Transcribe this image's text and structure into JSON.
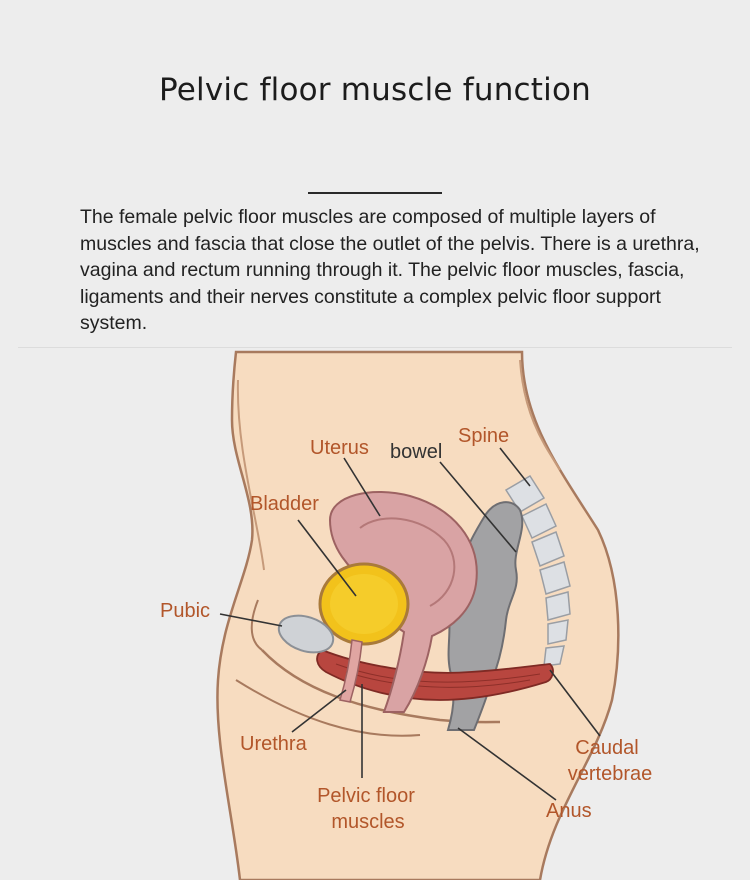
{
  "title": "Pelvic floor muscle function",
  "description": "The female pelvic floor muscles are composed of multiple layers of muscles and fascia that close the outlet of the pelvis. There is a urethra, vagina and rectum running through it. The pelvic floor muscles, fascia, ligaments and their nerves constitute a complex pelvic floor support system.",
  "labels": {
    "uterus": "Uterus",
    "bowel": "bowel",
    "spine": "Spine",
    "bladder": "Bladder",
    "pubic": "Pubic",
    "urethra": "Urethra",
    "pelvic_floor_line1": "Pelvic floor",
    "pelvic_floor_line2": "muscles",
    "caudal_line1": "Caudal",
    "caudal_line2": "vertebrae",
    "anus": "Anus"
  },
  "colors": {
    "background": "#ededed",
    "skin": "#f7dcc0",
    "outline": "#a87a5e",
    "uterus": "#d9a3a4",
    "bladder": "#f2c21b",
    "muscle": "#b8463f",
    "bowel": "#9e9ea0",
    "spine": "#d9dce0",
    "label_orange": "#b2562a",
    "label_dark": "#333333"
  }
}
